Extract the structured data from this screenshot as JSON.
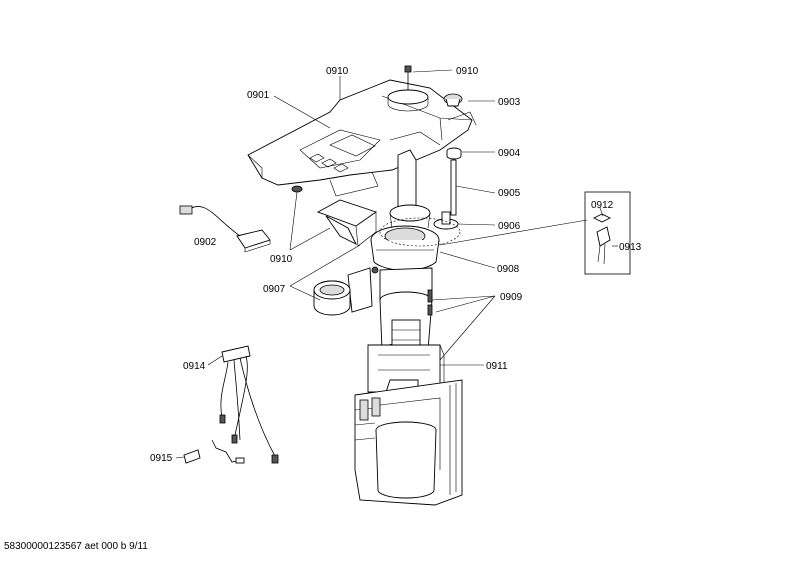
{
  "labels": {
    "p0910_top_left": "0910",
    "p0910_top_right": "0910",
    "p0901": "0901",
    "p0903": "0903",
    "p0904": "0904",
    "p0905": "0905",
    "p0906": "0906",
    "p0902": "0902",
    "p0910_lower": "0910",
    "p0912": "0912",
    "p0913": "0913",
    "p0908": "0908",
    "p0907": "0907",
    "p0909": "0909",
    "p0914": "0914",
    "p0911": "0911",
    "p0915": "0915"
  },
  "footer": "58300000123567 aet 000 b 9/11"
}
